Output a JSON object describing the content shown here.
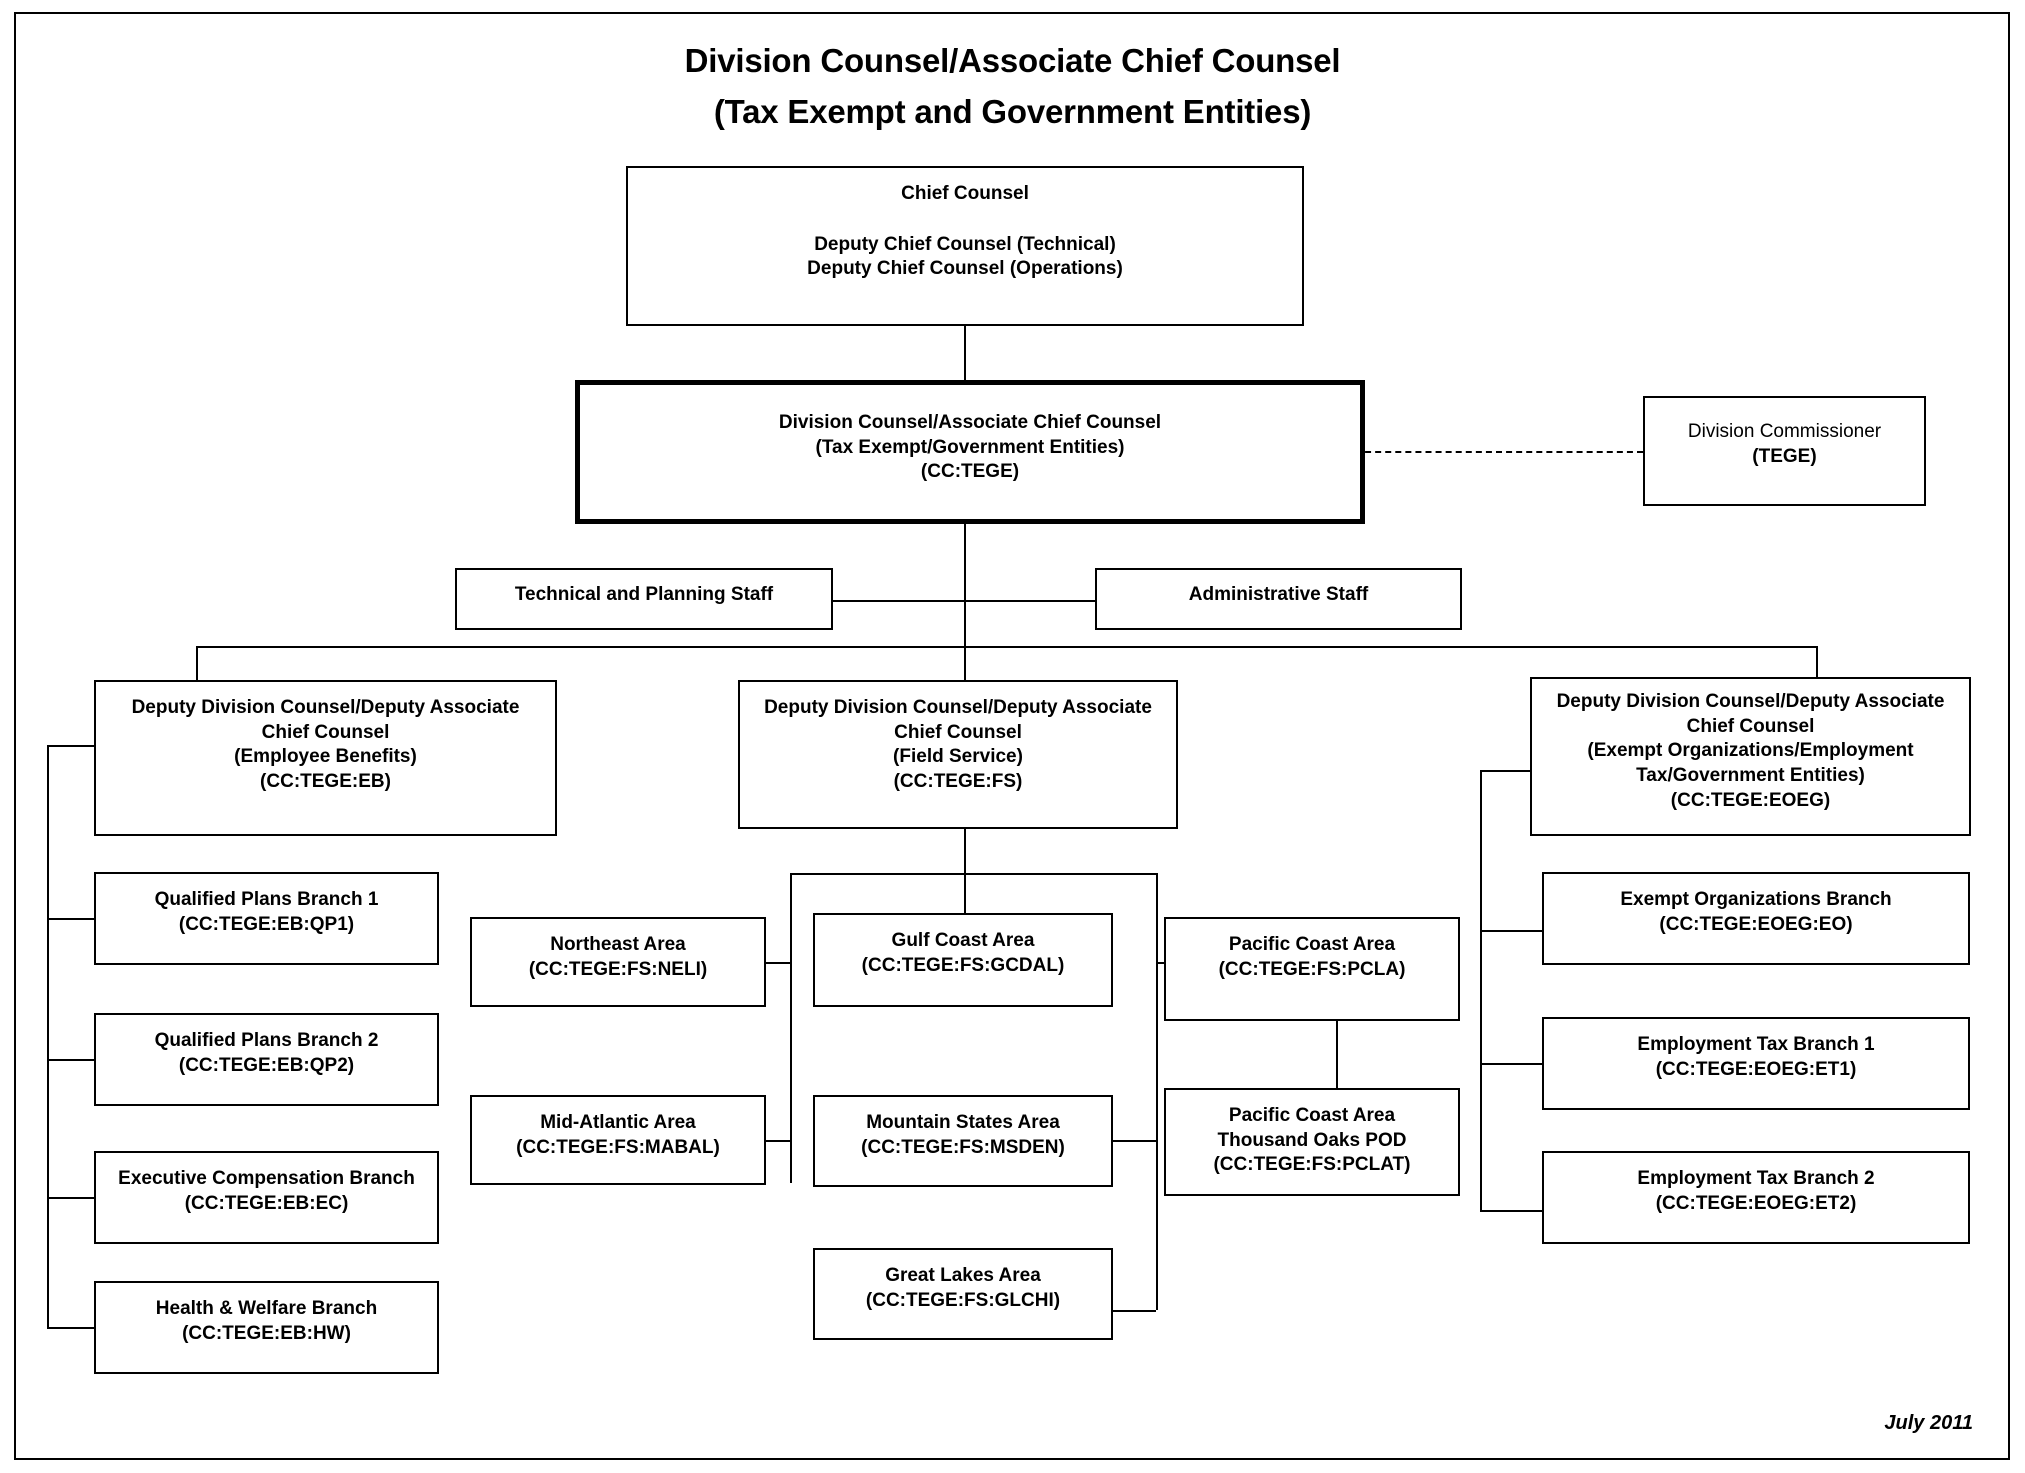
{
  "title": {
    "line1": "Division Counsel/Associate Chief Counsel",
    "line2": "(Tax Exempt and Government Entities)"
  },
  "chief_counsel": {
    "line1": "Chief Counsel",
    "line2": "Deputy Chief Counsel (Technical)",
    "line3": "Deputy Chief Counsel (Operations)"
  },
  "division_counsel": {
    "line1": "Division Counsel/Associate Chief Counsel",
    "line2": "(Tax Exempt/Government Entities)",
    "line3": "(CC:TEGE)"
  },
  "division_commissioner": {
    "line1": "Division Commissioner",
    "line2": "(TEGE)"
  },
  "staff": {
    "technical": "Technical and Planning Staff",
    "administrative": "Administrative Staff"
  },
  "deputies": {
    "employee_benefits": {
      "line1": "Deputy Division Counsel/Deputy Associate",
      "line2": "Chief Counsel",
      "line3": "(Employee Benefits)",
      "line4": "(CC:TEGE:EB)"
    },
    "field_service": {
      "line1": "Deputy Division Counsel/Deputy Associate",
      "line2": "Chief Counsel",
      "line3": "(Field Service)",
      "line4": "(CC:TEGE:FS)"
    },
    "eoeg": {
      "line1": "Deputy Division Counsel/Deputy Associate",
      "line2": "Chief Counsel",
      "line3": "(Exempt Organizations/Employment",
      "line4": "Tax/Government Entities)",
      "line5": "(CC:TEGE:EOEG)"
    }
  },
  "eb_branches": [
    {
      "name": "Qualified Plans Branch 1",
      "code": "(CC:TEGE:EB:QP1)"
    },
    {
      "name": "Qualified Plans Branch 2",
      "code": "(CC:TEGE:EB:QP2)"
    },
    {
      "name": "Executive Compensation Branch",
      "code": "(CC:TEGE:EB:EC)"
    },
    {
      "name": "Health & Welfare Branch",
      "code": "(CC:TEGE:EB:HW)"
    }
  ],
  "fs_areas": {
    "northeast": {
      "name": "Northeast Area",
      "code": "(CC:TEGE:FS:NELI)"
    },
    "mid_atlantic": {
      "name": "Mid-Atlantic Area",
      "code": "(CC:TEGE:FS:MABAL)"
    },
    "gulf_coast": {
      "name": "Gulf Coast Area",
      "code": "(CC:TEGE:FS:GCDAL)"
    },
    "mountain_states": {
      "name": "Mountain States Area",
      "code": "(CC:TEGE:FS:MSDEN)"
    },
    "great_lakes": {
      "name": "Great Lakes Area",
      "code": "(CC:TEGE:FS:GLCHI)"
    },
    "pacific_coast": {
      "name": "Pacific Coast Area",
      "code": "(CC:TEGE:FS:PCLA)"
    },
    "pacific_coast_pod": {
      "name": "Pacific Coast Area",
      "name2": "Thousand Oaks POD",
      "code": "(CC:TEGE:FS:PCLAT)"
    }
  },
  "eoeg_branches": [
    {
      "name": "Exempt Organizations Branch",
      "code": "(CC:TEGE:EOEG:EO)"
    },
    {
      "name": "Employment Tax Branch 1",
      "code": "(CC:TEGE:EOEG:ET1)"
    },
    {
      "name": "Employment Tax Branch 2",
      "code": "(CC:TEGE:EOEG:ET2)"
    }
  ],
  "footer": {
    "date": "July 2011"
  }
}
